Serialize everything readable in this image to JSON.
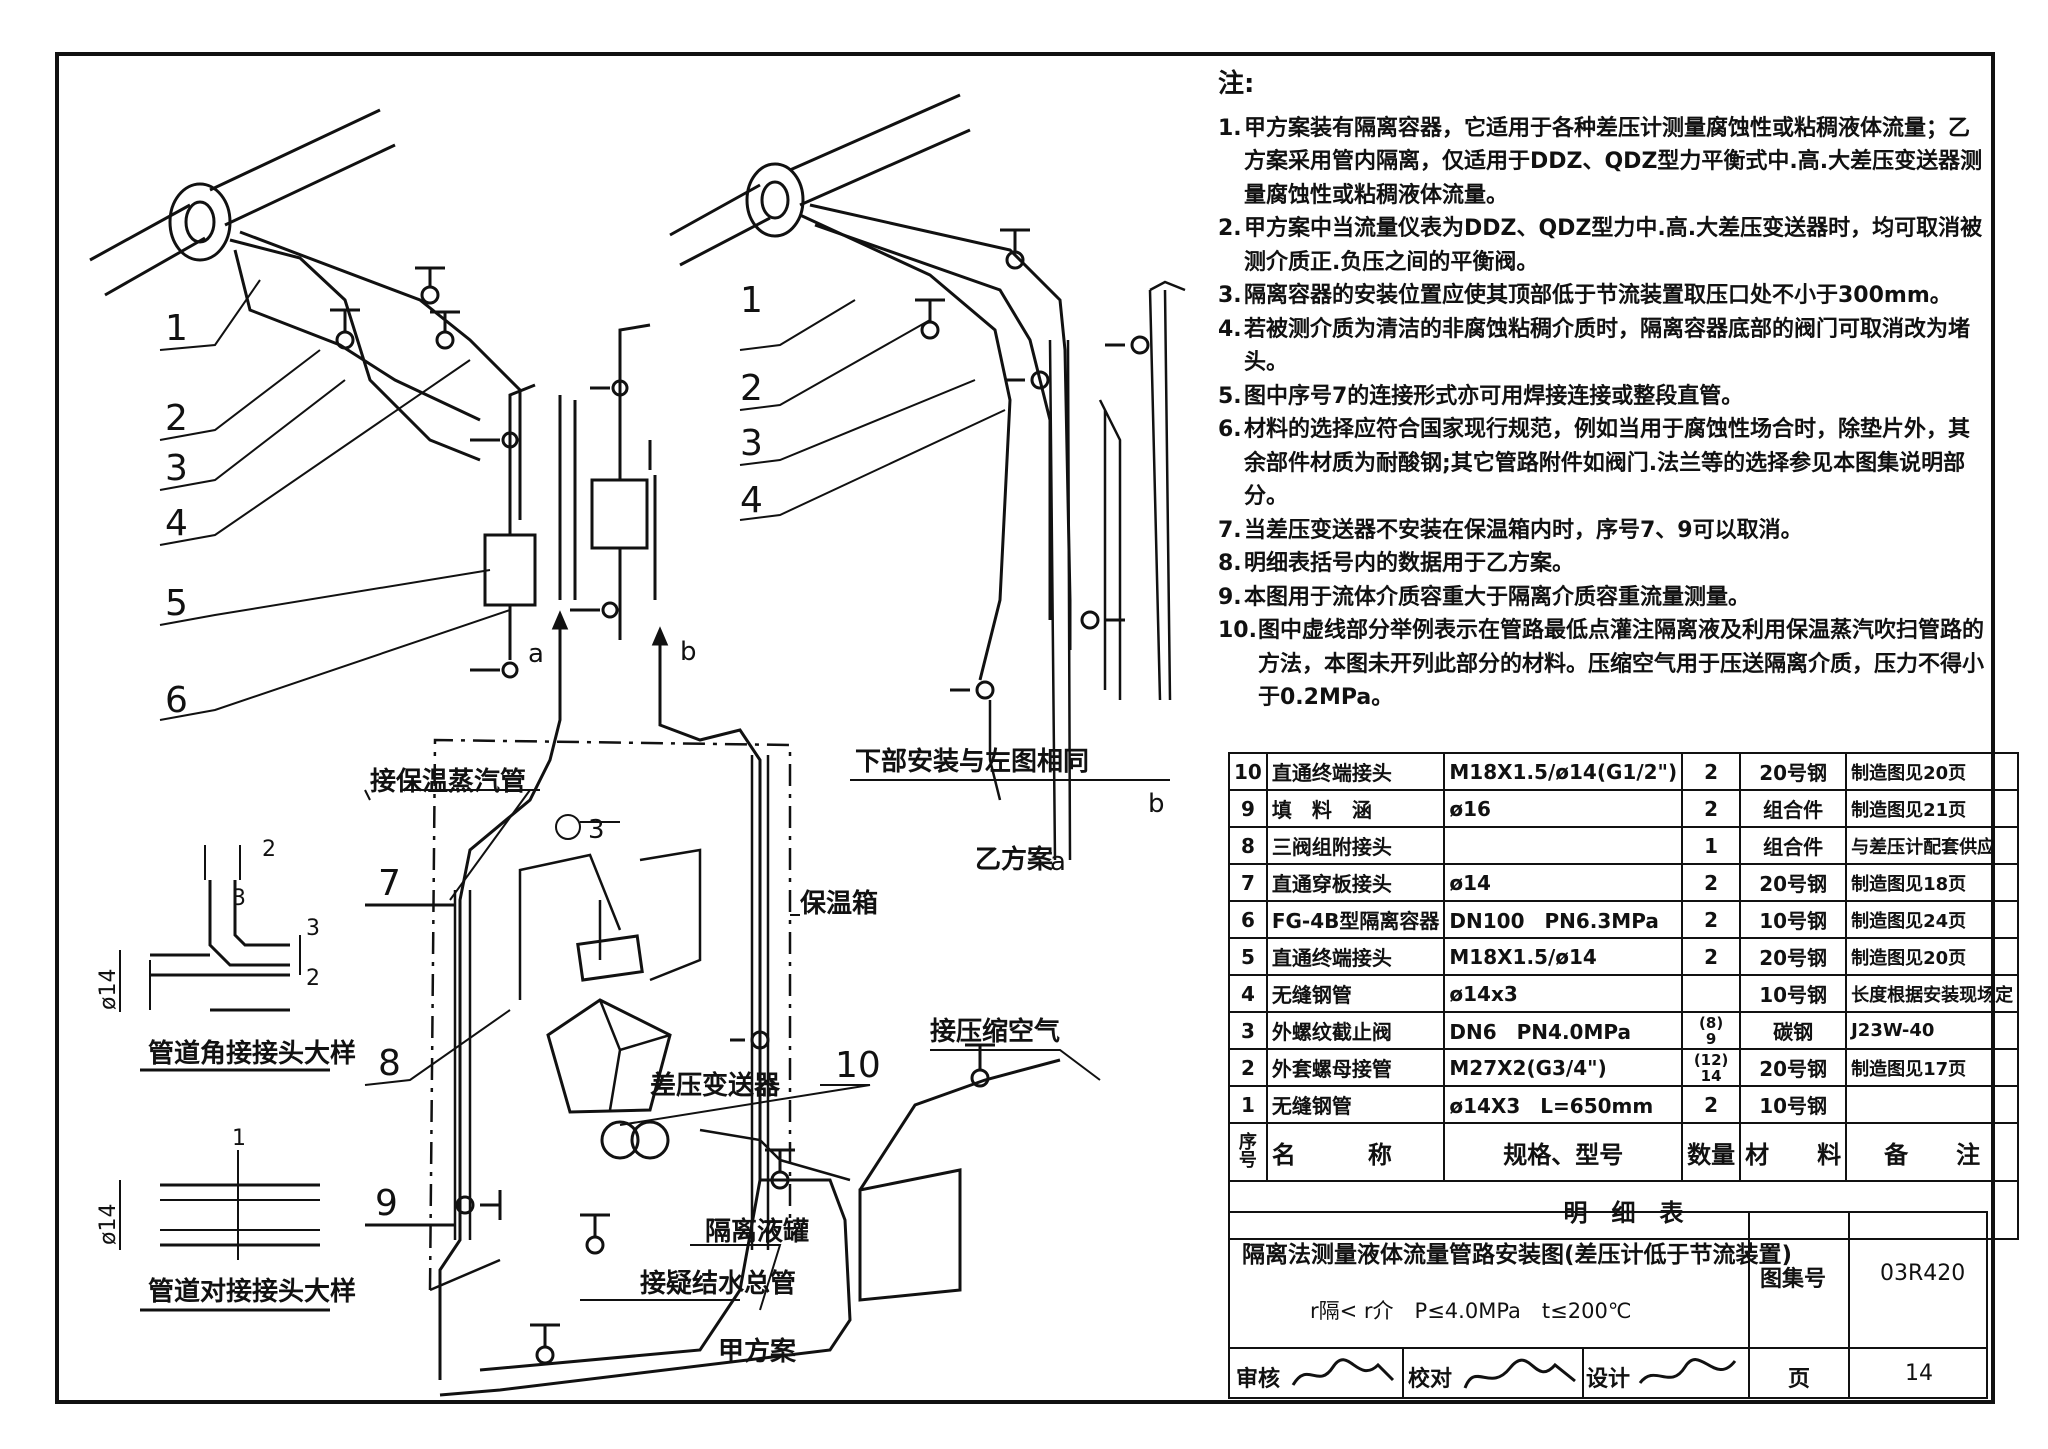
{
  "notes": {
    "heading": "注:",
    "items": [
      {
        "num": "1.",
        "text": "甲方案装有隔离容器，它适用于各种差压计测量腐蚀性或粘稠液体流量；乙方案采用管内隔离，仅适用于DDZ、QDZ型力平衡式中.高.大差压变送器测量腐蚀性或粘稠液体流量。"
      },
      {
        "num": "2.",
        "text": "甲方案中当流量仪表为DDZ、QDZ型力中.高.大差压变送器时，均可取消被测介质正.负压之间的平衡阀。"
      },
      {
        "num": "3.",
        "text": "隔离容器的安装位置应使其顶部低于节流装置取压口处不小于300mm。"
      },
      {
        "num": "4.",
        "text": "若被测介质为清洁的非腐蚀粘稠介质时，隔离容器底部的阀门可取消改为堵头。"
      },
      {
        "num": "5.",
        "text": "图中序号7的连接形式亦可用焊接连接或整段直管。"
      },
      {
        "num": "6.",
        "text": "材料的选择应符合国家现行规范，例如当用于腐蚀性场合时，除垫片外，其余部件材质为耐酸钢;其它管路附件如阀门.法兰等的选择参见本图集说明部分。"
      },
      {
        "num": "7.",
        "text": "当差压变送器不安装在保温箱内时，序号7、9可以取消。"
      },
      {
        "num": "8.",
        "text": "明细表括号内的数据用于乙方案。"
      },
      {
        "num": "9.",
        "text": "本图用于流体介质容重大于隔离介质容重流量测量。"
      },
      {
        "num": "10.",
        "text": "图中虚线部分举例表示在管路最低点灌注隔离液及利用保温蒸汽吹扫管路的方法，本图未开列此部分的材料。压缩空气用于压送隔离介质，压力不得小于0.2MPa。"
      }
    ]
  },
  "bom": {
    "rows": [
      {
        "no": "10",
        "name": "直通终端接头",
        "spec": "M18X1.5/ø14(G1/2\")",
        "qty": "2",
        "material": "20号钢",
        "remark": "制造图见20页"
      },
      {
        "no": "9",
        "name": "填　料　涵",
        "spec": "ø16",
        "qty": "2",
        "material": "组合件",
        "remark": "制造图见21页"
      },
      {
        "no": "8",
        "name": "三阀组附接头",
        "spec": "",
        "qty": "1",
        "material": "组合件",
        "remark": "与差压计配套供应"
      },
      {
        "no": "7",
        "name": "直通穿板接头",
        "spec": "ø14",
        "qty": "2",
        "material": "20号钢",
        "remark": "制造图见18页"
      },
      {
        "no": "6",
        "name": "FG-4B型隔离容器",
        "spec": "DN100　PN6.3MPa",
        "qty": "2",
        "material": "10号钢",
        "remark": "制造图见24页"
      },
      {
        "no": "5",
        "name": "直通终端接头",
        "spec": "M18X1.5/ø14",
        "qty": "2",
        "material": "20号钢",
        "remark": "制造图见20页"
      },
      {
        "no": "4",
        "name": "无缝钢管",
        "spec": "ø14x3",
        "qty": "",
        "material": "10号钢",
        "remark": "长度根据安装现场定"
      },
      {
        "no": "3",
        "name": "外螺纹截止阀",
        "spec": "DN6　PN4.0MPa",
        "qty": "(8)\n9",
        "material": "碳钢",
        "remark": "J23W-40"
      },
      {
        "no": "2",
        "name": "外套螺母接管",
        "spec": "M27X2(G3/4\")",
        "qty": "(12)\n14",
        "material": "20号钢",
        "remark": "制造图见17页"
      },
      {
        "no": "1",
        "name": "无缝钢管",
        "spec": "ø14X3　L=650mm",
        "qty": "2",
        "material": "10号钢",
        "remark": ""
      }
    ],
    "header": {
      "no": "序号",
      "name": "名　　　称",
      "spec": "规格、型号",
      "qty": "数量",
      "material": "材　　料",
      "remark": "备　　注"
    },
    "caption": "明　细　表"
  },
  "title_block": {
    "title": "隔离法测量液体流量管路安装图(差压计低于节流装置)",
    "subtitle": "r隔< r介　P≤4.0MPa　t≤200℃",
    "atlas_label": "图集号",
    "atlas_no": "03R420",
    "page_label": "页",
    "page_no": "14",
    "review_label": "审核",
    "check_label": "校对",
    "design_label": "设计"
  },
  "diagram": {
    "callouts": [
      "1",
      "2",
      "3",
      "4",
      "5",
      "6",
      "7",
      "8",
      "9",
      "10"
    ],
    "right_callouts": [
      "1",
      "2",
      "3",
      "4"
    ],
    "labels": {
      "a": "a",
      "b": "b",
      "a2": "a",
      "b2": "b",
      "steam": "接保温蒸汽管",
      "box": "保温箱",
      "transmitter": "差压变送器",
      "air": "接压缩空气",
      "tank": "隔离液罐",
      "drain": "接疑结水总管",
      "scheme_a": "甲方案",
      "scheme_b": "乙方案",
      "lower_same": "下部安装与左图相同",
      "detail_angle": "管道角接接头大样",
      "detail_butt": "管道对接接头大样",
      "d14a": "ø14",
      "d14b": "ø14",
      "dim2": "2",
      "dim3": "3",
      "dim3b": "3",
      "dim2b": "2",
      "dim1": "1",
      "sec": "3"
    }
  }
}
